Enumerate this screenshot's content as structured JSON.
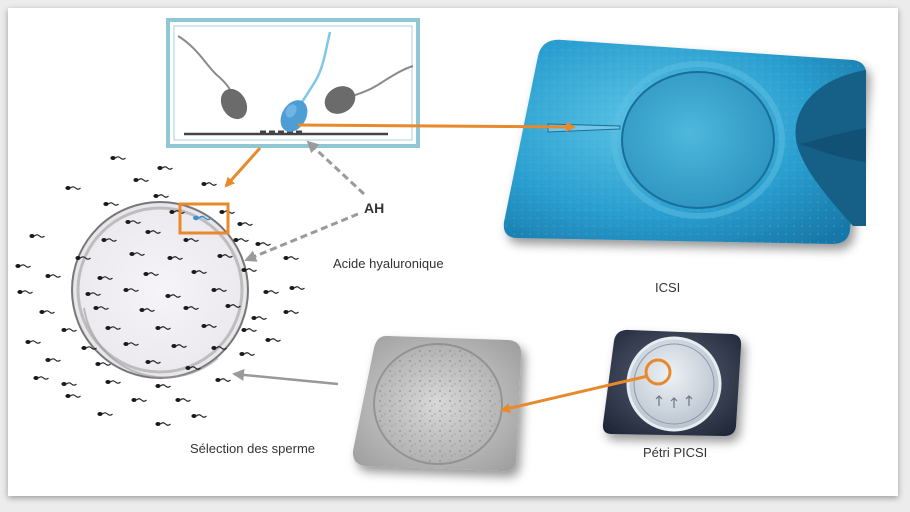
{
  "labels": {
    "ah": "AH",
    "acide": "Acide hyaluronique",
    "icsi": "ICSI",
    "selection": "Sélection des sperme",
    "petri": "Pétri PICSI"
  },
  "colors": {
    "orange_arrow": "#E8892B",
    "gray_arrow": "#999999",
    "frame_blue": "#8FC7D3",
    "icsi_blue": "#2FA6D4",
    "sperm_blue": "#5AA8DA",
    "dark_gray": "#5a5a5a"
  },
  "icons": {
    "sperm": "sperm-cell-icon",
    "dish": "petri-dish-icon"
  }
}
